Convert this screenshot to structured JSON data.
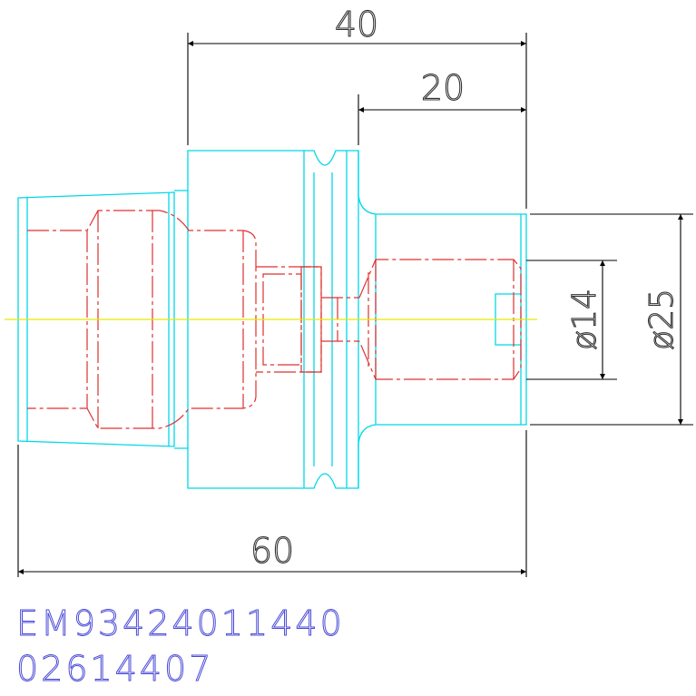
{
  "dimensions": {
    "top_length": "40",
    "upper_length": "20",
    "overall_length": "60",
    "small_diameter": "ø14",
    "large_diameter": "ø25"
  },
  "part_codes": {
    "line1": "EM93424011440",
    "line2": "02614407"
  },
  "colors": {
    "outline": "#00d8e8",
    "hidden_lines": "#e03030",
    "center_line": "#e8e800",
    "dimension_lines": "#000000",
    "dimension_text": "#333333",
    "code_text": "#4a4ad8",
    "background": "#ffffff"
  }
}
